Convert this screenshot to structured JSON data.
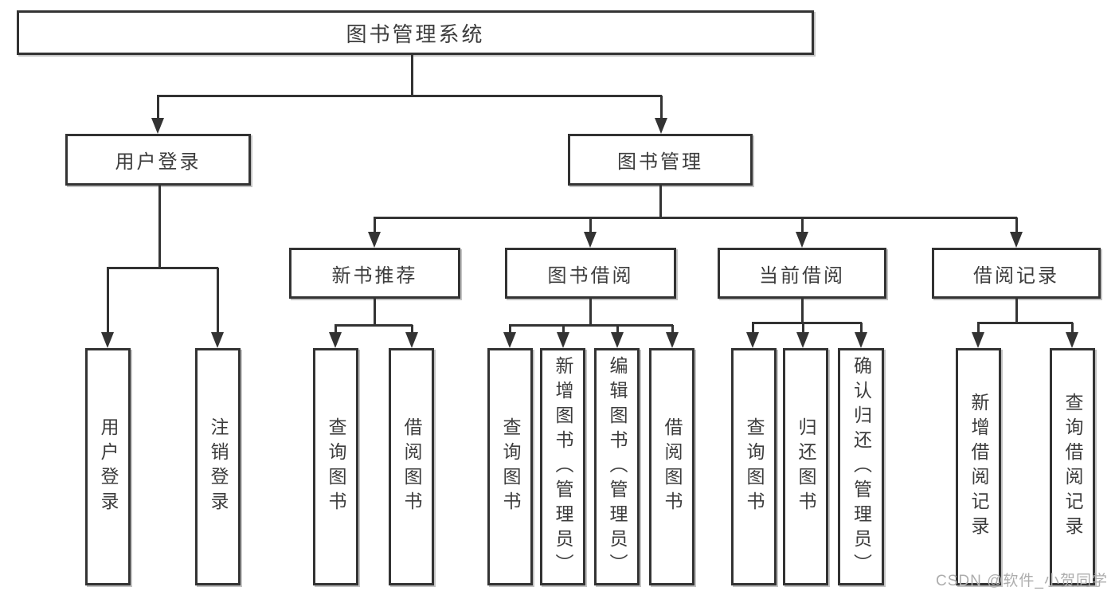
{
  "diagram": {
    "title_node": {
      "label": "图书管理系统"
    },
    "level2": [
      {
        "label": "用户登录"
      },
      {
        "label": "图书管理"
      }
    ],
    "level3": [
      {
        "label": "新书推荐"
      },
      {
        "label": "图书借阅"
      },
      {
        "label": "当前借阅"
      },
      {
        "label": "借阅记录"
      }
    ],
    "leaves": [
      {
        "label": "用户登录"
      },
      {
        "label": "注销登录"
      },
      {
        "label": "查询图书"
      },
      {
        "label": "借阅图书"
      },
      {
        "label": "查询图书"
      },
      {
        "label": "新增图书（管理员）"
      },
      {
        "label": "编辑图书（管理员）"
      },
      {
        "label": "借阅图书"
      },
      {
        "label": "查询图书"
      },
      {
        "label": "归还图书"
      },
      {
        "label": "确认归还（管理员）"
      },
      {
        "label": "新增借阅记录"
      },
      {
        "label": "查询借阅记录"
      }
    ],
    "colors": {
      "line": "#333333",
      "text": "#3d3d3d",
      "watermark": "#adadad",
      "background": "#ffffff"
    }
  },
  "watermark": {
    "text": "CSDN @软件_小贺同学"
  }
}
